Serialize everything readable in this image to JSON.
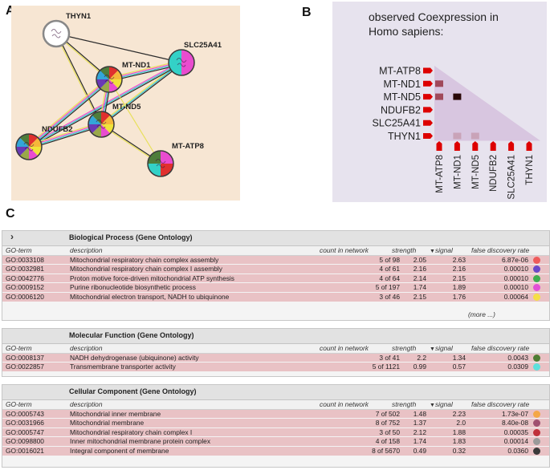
{
  "panels": {
    "a": "A",
    "b": "B",
    "c": "C"
  },
  "network": {
    "nodes": [
      {
        "id": "THYN1",
        "label": "THYN1",
        "colors": [
          "#ffffff"
        ]
      },
      {
        "id": "SLC25A41",
        "label": "SLC25A41",
        "colors": [
          "#e94ccf",
          "#33d1c7"
        ]
      },
      {
        "id": "MT-ND1",
        "label": "MT-ND1",
        "colors": [
          "#e0302e",
          "#f5b73a",
          "#f0e33a",
          "#e94ccf",
          "#9aa84a",
          "#6a39b5",
          "#33a6d8",
          "#4e7d3a"
        ]
      },
      {
        "id": "MT-ND5",
        "label": "MT-ND5",
        "colors": [
          "#e0302e",
          "#f5b73a",
          "#f0e33a",
          "#e94ccf",
          "#9aa84a",
          "#6a39b5",
          "#33a6d8",
          "#4e7d3a"
        ]
      },
      {
        "id": "NDUFB2",
        "label": "NDUFB2",
        "colors": [
          "#e0302e",
          "#f5b73a",
          "#f0e33a",
          "#e94ccf",
          "#9aa84a",
          "#6a39b5",
          "#33a6d8",
          "#4e7d3a"
        ]
      },
      {
        "id": "MT-ATP8",
        "label": "MT-ATP8",
        "colors": [
          "#e94ccf",
          "#e0302e",
          "#33d1c7",
          "#4e7d3a"
        ]
      }
    ]
  },
  "coexpression": {
    "title": "observed Coexpression in Homo sapiens:",
    "title_line1": "observed Coexpression in",
    "title_line2": "Homo sapiens:",
    "genes": [
      "MT-ATP8",
      "MT-ND1",
      "MT-ND5",
      "NDUFB2",
      "SLC25A41",
      "THYN1"
    ],
    "cells": [
      {
        "row": "MT-ND1",
        "col": "MT-ATP8",
        "color": "#a0485a"
      },
      {
        "row": "MT-ND5",
        "col": "MT-ATP8",
        "color": "#a0485a"
      },
      {
        "row": "MT-ND5",
        "col": "MT-ND1",
        "color": "#2a0808"
      },
      {
        "row": "THYN1",
        "col": "MT-ND1",
        "color": "#c9a3b8"
      },
      {
        "row": "THYN1",
        "col": "MT-ND5",
        "color": "#c9a3b8"
      }
    ],
    "arrow_color": "#dd0000",
    "triangle_color": "#d8c6e0"
  },
  "columns": {
    "term": "GO-term",
    "description": "description",
    "count": "count in network",
    "strength": "strength",
    "signal": "signal",
    "fdr": "false discovery rate"
  },
  "bp": {
    "title": "Biological Process (Gene Ontology)",
    "more": "(more ...)",
    "rows": [
      {
        "term": "GO:0033108",
        "description": "Mitochondrial respiratory chain complex assembly",
        "count": "5 of 98",
        "strength": "2.05",
        "signal": "2.63",
        "fdr": "6.87e-06",
        "color": "#ee5a5a"
      },
      {
        "term": "GO:0032981",
        "description": "Mitochondrial respiratory chain complex I assembly",
        "count": "4 of 61",
        "strength": "2.16",
        "signal": "2.16",
        "fdr": "0.00010",
        "color": "#6a47c9"
      },
      {
        "term": "GO:0042776",
        "description": "Proton motive force-driven mitochondrial ATP synthesis",
        "count": "4 of 64",
        "strength": "2.14",
        "signal": "2.15",
        "fdr": "0.00010",
        "color": "#3fae4f"
      },
      {
        "term": "GO:0009152",
        "description": "Purine ribonucleotide biosynthetic process",
        "count": "5 of 197",
        "strength": "1.74",
        "signal": "1.89",
        "fdr": "0.00010",
        "color": "#e34fd6"
      },
      {
        "term": "GO:0006120",
        "description": "Mitochondrial electron transport, NADH to ubiquinone",
        "count": "3 of 46",
        "strength": "2.15",
        "signal": "1.76",
        "fdr": "0.00064",
        "color": "#f5df46"
      }
    ]
  },
  "mf": {
    "title": "Molecular Function (Gene Ontology)",
    "rows": [
      {
        "term": "GO:0008137",
        "description": "NADH dehydrogenase (ubiquinone) activity",
        "count": "3 of 41",
        "strength": "2.2",
        "signal": "1.34",
        "fdr": "0.0043",
        "color": "#4f7d33"
      },
      {
        "term": "GO:0022857",
        "description": "Transmembrane transporter activity",
        "count": "5 of 1121",
        "strength": "0.99",
        "signal": "0.57",
        "fdr": "0.0309",
        "color": "#5fe0dc"
      }
    ]
  },
  "cc": {
    "title": "Cellular Component (Gene Ontology)",
    "rows": [
      {
        "term": "GO:0005743",
        "description": "Mitochondrial inner membrane",
        "count": "7 of 502",
        "strength": "1.48",
        "signal": "2.23",
        "fdr": "1.73e-07",
        "color": "#f4a746"
      },
      {
        "term": "GO:0031966",
        "description": "Mitochondrial membrane",
        "count": "8 of 752",
        "strength": "1.37",
        "signal": "2.0",
        "fdr": "8.40e-08",
        "color": "#a05070"
      },
      {
        "term": "GO:0005747",
        "description": "Mitochondrial respiratory chain complex I",
        "count": "3 of 50",
        "strength": "2.12",
        "signal": "1.88",
        "fdr": "0.00035",
        "color": "#c0303a"
      },
      {
        "term": "GO:0098800",
        "description": "Inner mitochondrial membrane protein complex",
        "count": "4 of 158",
        "strength": "1.74",
        "signal": "1.83",
        "fdr": "0.00014",
        "color": "#9a9a9a"
      },
      {
        "term": "GO:0016021",
        "description": "Integral component of membrane",
        "count": "8 of 5670",
        "strength": "0.49",
        "signal": "0.32",
        "fdr": "0.0360",
        "color": "#3a3a3a"
      }
    ]
  }
}
